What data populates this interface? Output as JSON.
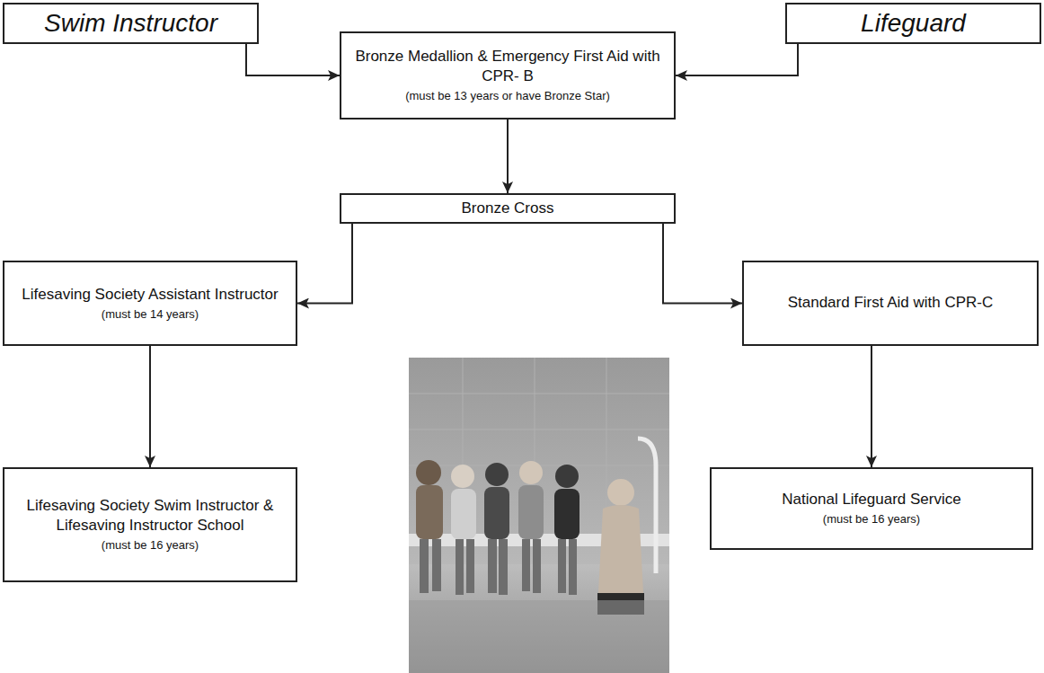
{
  "diagram": {
    "nodes": [
      {
        "text": [
          "Swim Instructor"
        ]
      },
      {
        "text": [
          "Lifeguard"
        ]
      },
      {
        "text": [
          "Bronze Medallion & Emergency First Aid with CPR- B",
          "(must be 13 years or have Bronze Star)"
        ]
      },
      {
        "text": [
          "Bronze Cross"
        ]
      },
      {
        "text": [
          "Lifesaving Society Assistant Instructor",
          "(must be 14 years)"
        ]
      },
      {
        "text": [
          "Standard First Aid with CPR-C"
        ]
      },
      {
        "text": [
          "Lifesaving Society Swim Instructor & Lifesaving Instructor School",
          "(must be 16 years)"
        ]
      },
      {
        "text": [
          "National Lifeguard Service",
          "(must be 16 years)"
        ]
      }
    ],
    "edges": [
      {
        "from": 0,
        "to": 2,
        "arrow": "to"
      },
      {
        "from": 1,
        "to": 2,
        "arrow": "to"
      },
      {
        "from": 2,
        "to": 3,
        "arrow": "to"
      },
      {
        "from": 3,
        "to": 4,
        "arrow": "to"
      },
      {
        "from": 3,
        "to": 5,
        "arrow": "to"
      },
      {
        "from": 4,
        "to": 6,
        "arrow": "to"
      },
      {
        "from": 5,
        "to": 7,
        "arrow": "to"
      }
    ]
  }
}
